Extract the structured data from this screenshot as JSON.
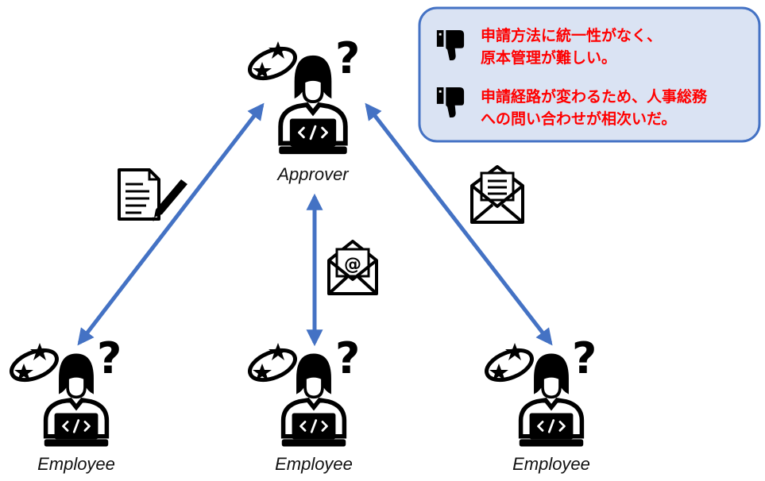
{
  "approver": {
    "label": "Approver"
  },
  "employees": [
    {
      "label": "Employee"
    },
    {
      "label": "Employee"
    },
    {
      "label": "Employee"
    }
  ],
  "callout": {
    "items": [
      {
        "icon": "thumbs-down-icon",
        "lines": [
          "申請方法に統一性がなく、",
          "原本管理が難しい。"
        ]
      },
      {
        "icon": "thumbs-down-icon",
        "lines": [
          "申請経路が変わるため、人事総務",
          "への問い合わせが相次いだ。"
        ]
      }
    ]
  },
  "channel_icons": [
    "document-pen-icon",
    "email-at-icon",
    "envelope-letter-icon"
  ],
  "colors": {
    "arrow": "#4472C4",
    "callout_fill": "#DAE3F3",
    "callout_border": "#4472C4",
    "callout_text": "#FF0000",
    "icon": "#000000"
  }
}
